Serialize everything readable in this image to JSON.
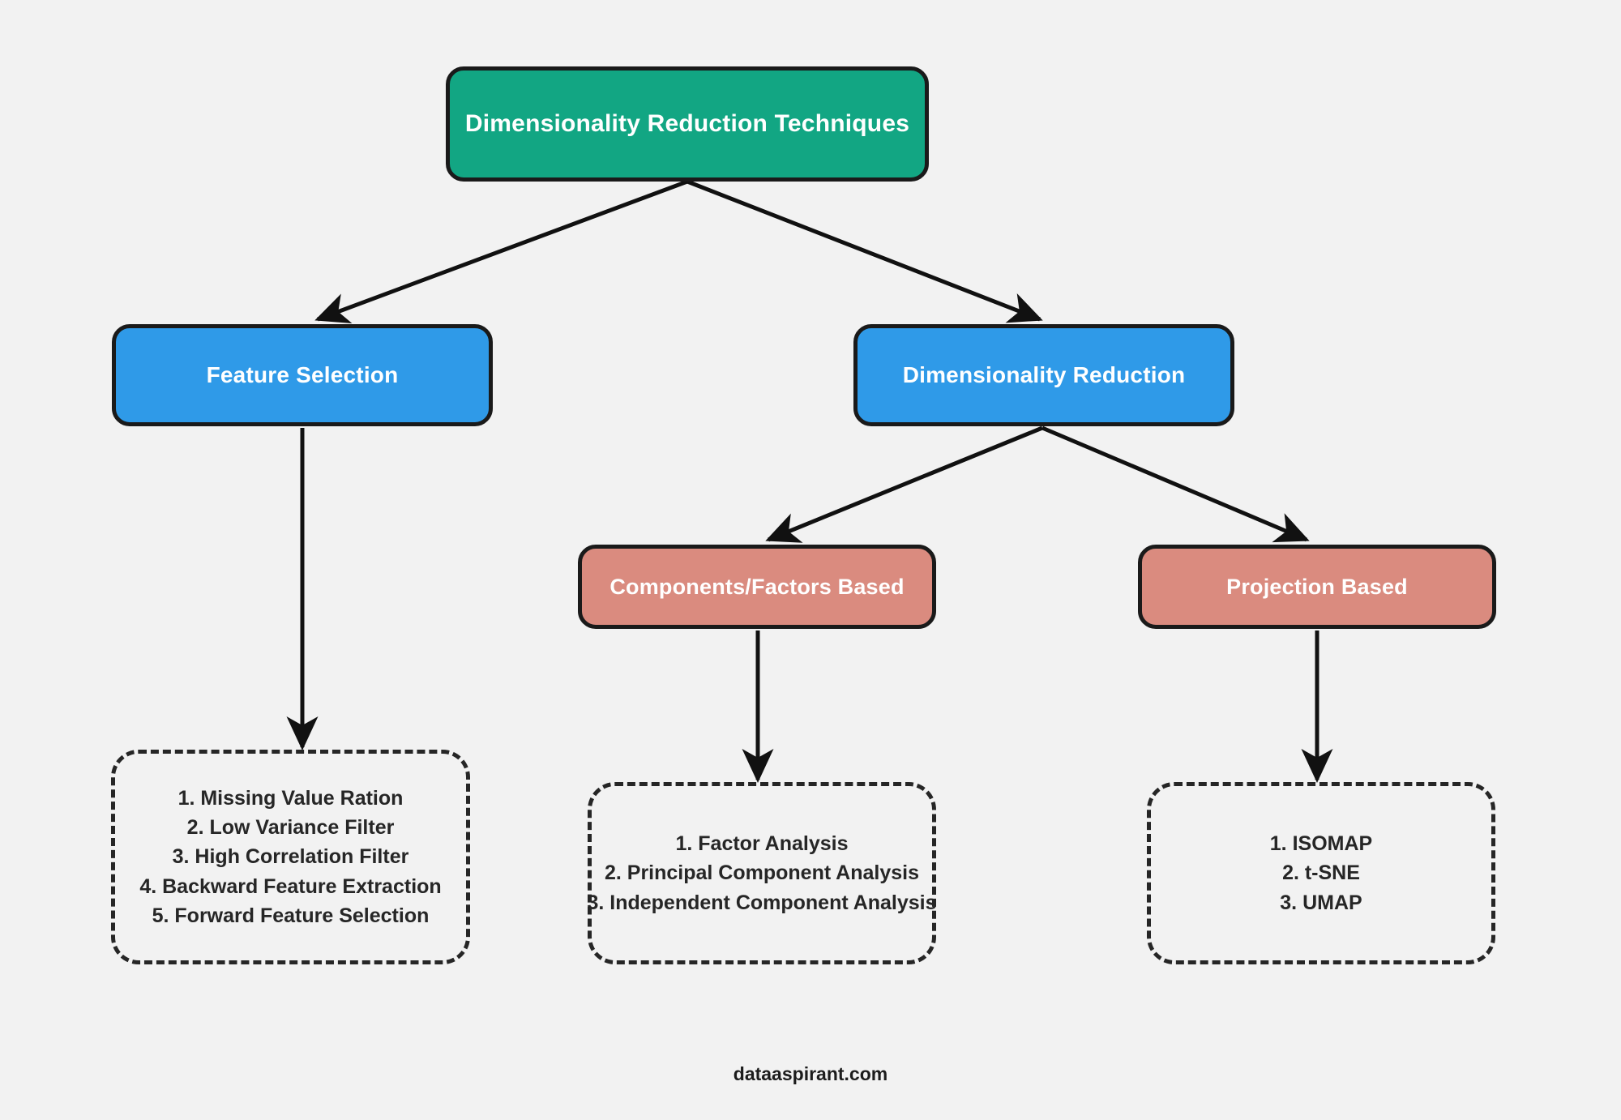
{
  "diagram": {
    "title": "Dimensionality Reduction Techniques",
    "background_color": "#f2f2f2",
    "stroke_color": "#1a1a1a",
    "root": {
      "label": "Dimensionality Reduction Techniques",
      "fill_color": "#12a683",
      "text_color": "#ffffff"
    },
    "branches": [
      {
        "label": "Feature Selection",
        "fill_color": "#2f9ae8",
        "text_color": "#ffffff"
      },
      {
        "label": "Dimensionality Reduction",
        "fill_color": "#2f9ae8",
        "text_color": "#ffffff"
      }
    ],
    "categories": [
      {
        "label": "Components/Factors Based",
        "fill_color": "#da8b7f",
        "text_color": "#ffffff"
      },
      {
        "label": "Projection Based",
        "fill_color": "#da8b7f",
        "text_color": "#ffffff"
      }
    ],
    "lists": [
      {
        "name": "feature-selection-methods",
        "items": [
          "1. Missing Value Ration",
          "2. Low Variance Filter",
          "3. High Correlation Filter",
          "4. Backward Feature Extraction",
          "5. Forward Feature Selection"
        ]
      },
      {
        "name": "components-factors-methods",
        "items": [
          "1. Factor Analysis",
          "2. Principal Component Analysis",
          "3. Independent Component Analysis"
        ]
      },
      {
        "name": "projection-methods",
        "items": [
          "1. ISOMAP",
          "2. t-SNE",
          "3. UMAP"
        ]
      }
    ],
    "footer": {
      "label": "dataaspirant.com"
    }
  }
}
